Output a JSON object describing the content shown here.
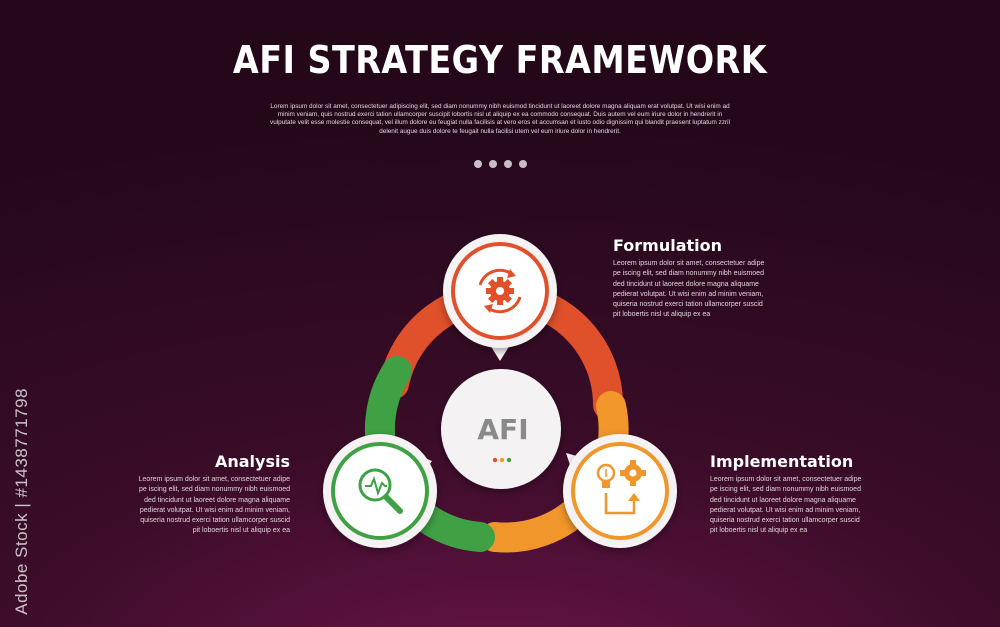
{
  "title": "AFI STRATEGY FRAMEWORK",
  "intro": "Lorem ipsum dolor sit amet, consectetuer adipiscing elit, sed diam nonummy nibh euismod tincidunt ut laoreet dolore magna aliquam erat volutpat. Ut wisi enim ad minim veniam, quis nostrud exerci tation ullamcorper suscipit lobortis nisl ut aliquip ex ea commodo consequat. Duis autem vel eum iriure dolor in hendrerit in vulputate velit esse molestie consequat, vel illum dolore eu feugiat nulla facilisis at vero eros et accumsan et iusto odio dignissim qui blandit praesent luptatum zzril delenit augue duis dolore te feugait nulla facilisi utem vel eum iriure dolor in hendrerit.",
  "center": {
    "label": "AFI",
    "dot_colors": [
      "#e0502a",
      "#f0962a",
      "#3fa144"
    ]
  },
  "steps": [
    {
      "title": "Formulation",
      "desc": "Leorem ipsum dolor sit amet, consectetuer adipe pe iscing elit, sed diam nonummy nibh euismoed ded tincidunt ut laoreet dolore magna aliquame pedierat volutpat. Ut wisi enim ad minim veniam, quiseria nostrud exerci tation ullamcorper suscid pit loboertis nisl ut aliquip ex ea",
      "color": "#e0502a",
      "icon": "gear-refresh-icon"
    },
    {
      "title": "Implementation",
      "desc": "Leorem ipsum dolor sit amet, consectetuer adipe pe iscing elit, sed diam nonummy nibh euismoed ded tincidunt ut laoreet dolore magna aliquame pedierat volutpat. Ut wisi enim ad minim veniam, quiseria nostrud exerci tation ullamcorper suscid pit loboertis nisl ut aliquip ex ea",
      "color": "#f0962a",
      "icon": "lightbulb-gear-icon"
    },
    {
      "title": "Analysis",
      "desc": "Leorem ipsum dolor sit amet, consectetuer adipe pe iscing elit, sed diam nonummy nibh euismoed ded tincidunt ut laoreet dolore magna aliquame pedierat volutpat. Ut wisi enim ad minim veniam, quiseria nostrud exerci tation ullamcorper suscid pit loboertis nisl ut aliquip ex ea",
      "color": "#3fa144",
      "icon": "magnifier-chart-icon"
    }
  ],
  "watermark": "Adobe Stock | #1438771798"
}
